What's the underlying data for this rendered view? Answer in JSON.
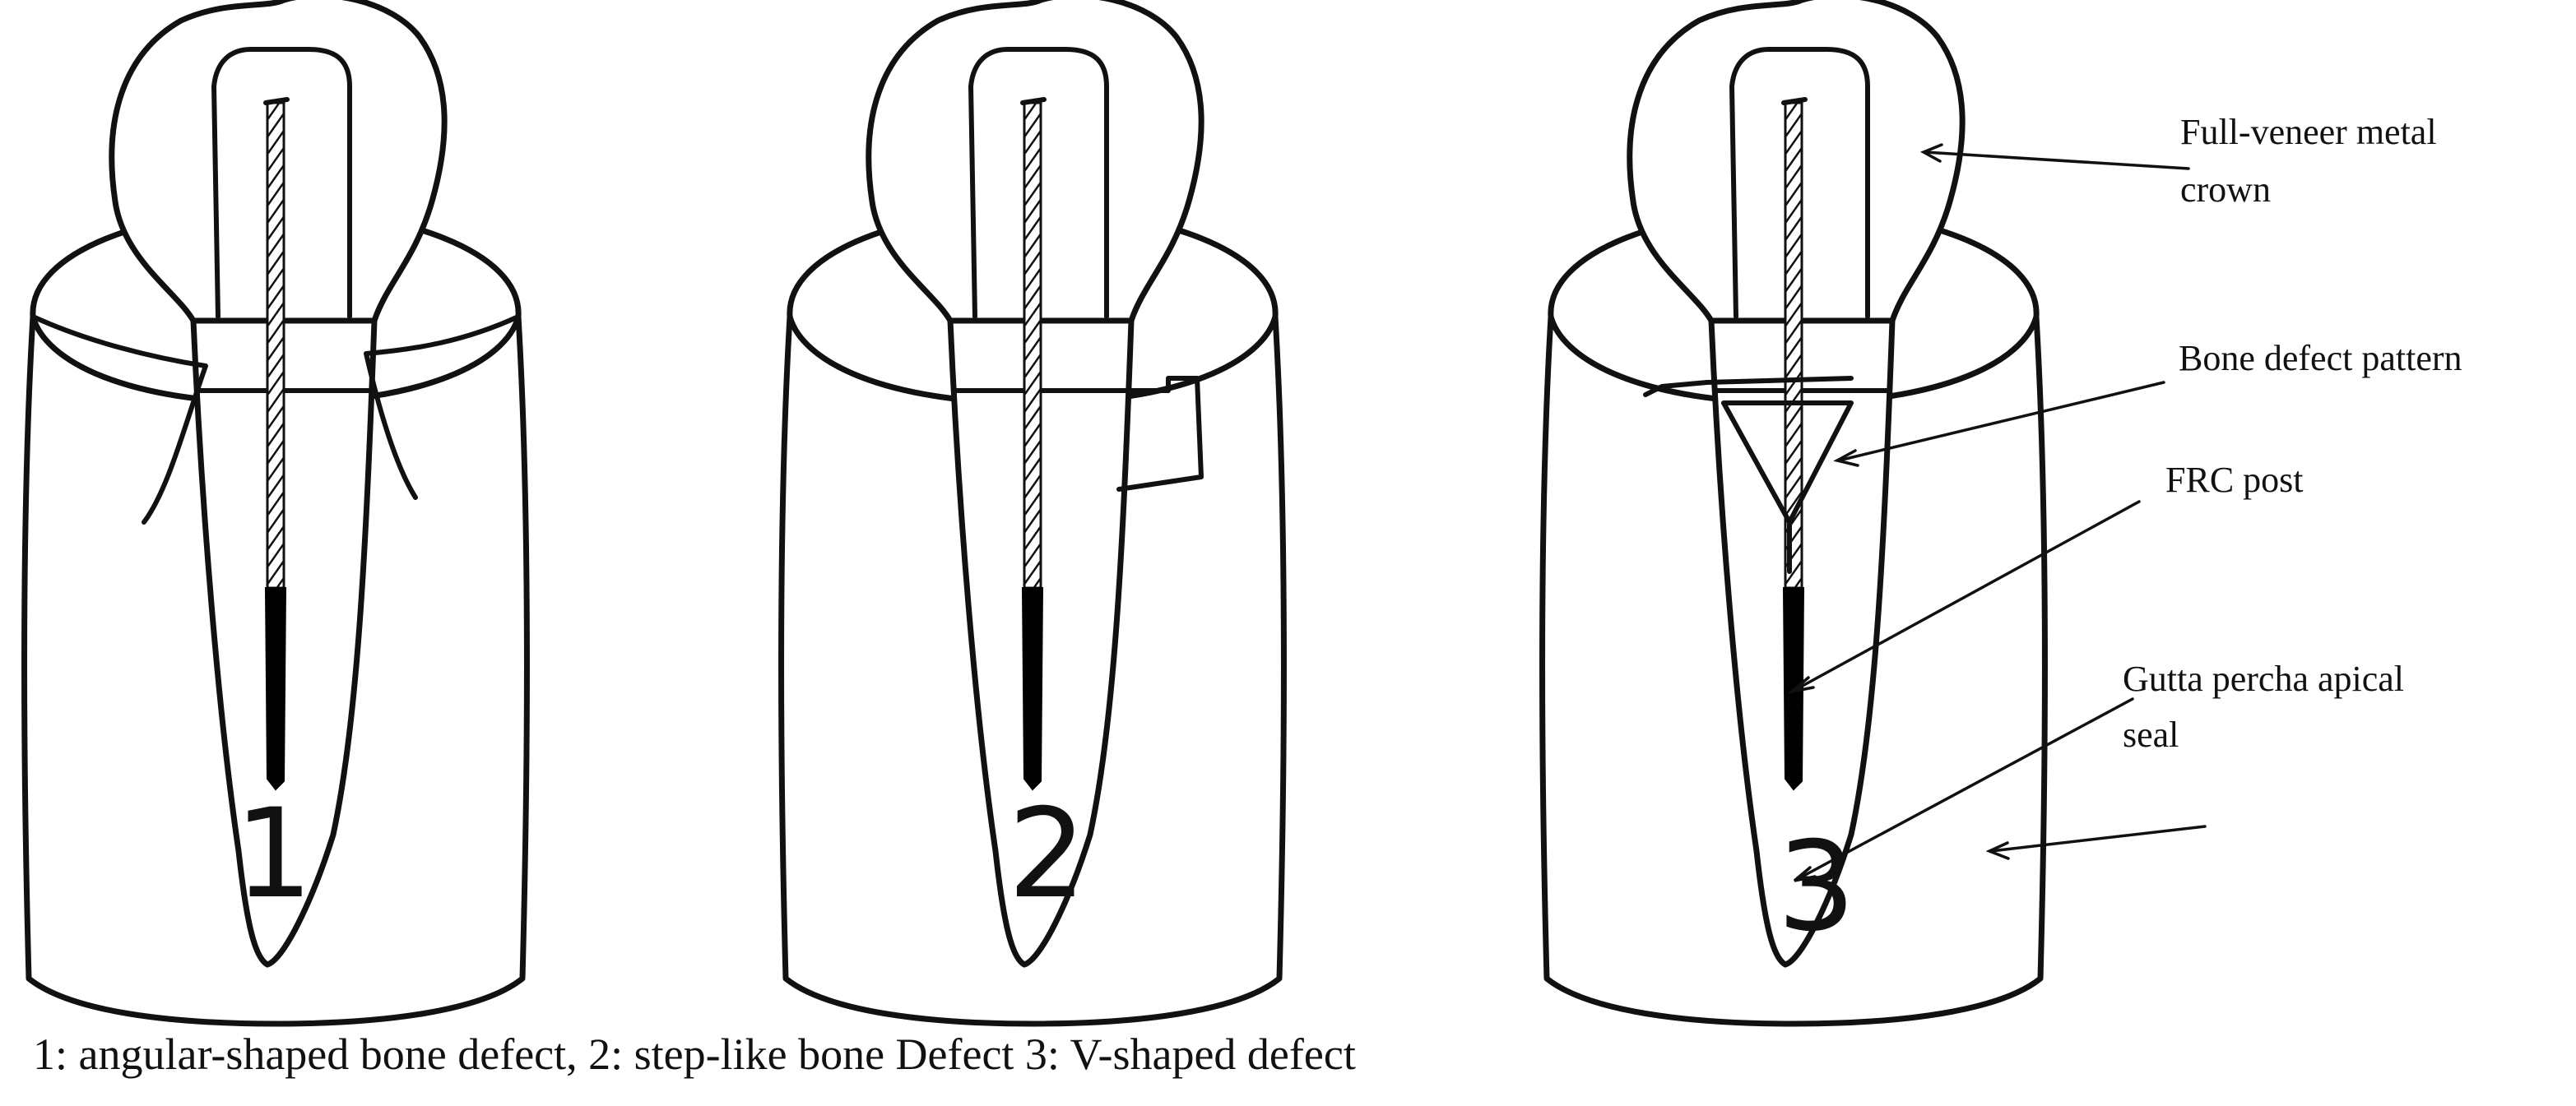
{
  "specimens": [
    {
      "number": "1",
      "defect": "angular"
    },
    {
      "number": "2",
      "defect": "step-like"
    },
    {
      "number": "3",
      "defect": "V-shaped"
    }
  ],
  "labels": {
    "crown_line1": "Full-veneer metal",
    "crown_line2": "crown",
    "bone_defect": "Bone defect pattern",
    "post": "FRC post",
    "seal_line1": "Gutta percha apical",
    "seal_line2": "seal"
  },
  "caption": "1: angular-shaped bone defect, 2: step-like bone Defect 3: V-shaped defect"
}
